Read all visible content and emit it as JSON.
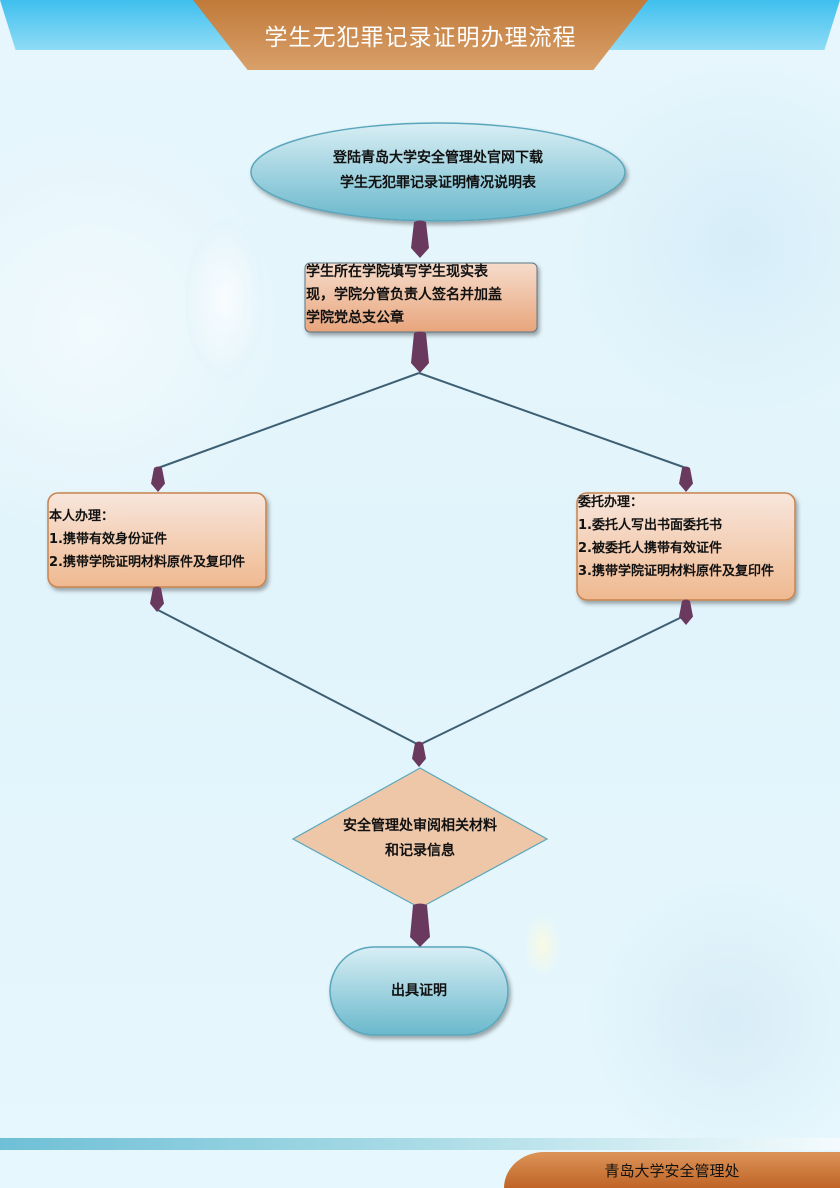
{
  "header": {
    "title": "学生无犯罪记录证明办理流程"
  },
  "flow": {
    "start": {
      "lines": [
        "登陆青岛大学安全管理处官网下载",
        "学生无犯罪记录证明情况说明表"
      ]
    },
    "step_college": {
      "lines": [
        "学生所在学院填写学生现实表",
        "现，学院分管负责人签名并加盖",
        "学院党总支公章"
      ]
    },
    "branch_self": {
      "lines": [
        "本人办理：",
        "1.携带有效身份证件",
        "2.携带学院证明材料原件及复印件"
      ]
    },
    "branch_proxy": {
      "lines": [
        "委托办理：",
        "1.委托人写出书面委托书",
        "2.被委托人携带有效证件",
        "3.携带学院证明材料原件及复印件"
      ]
    },
    "review": {
      "lines": [
        "安全管理处审阅相关材料",
        "和记录信息"
      ]
    },
    "end": {
      "label": "出具证明"
    }
  },
  "footer": {
    "org": "青岛大学安全管理处"
  },
  "colors": {
    "connector": "#6a3a5e",
    "line": "#3d5f73",
    "box": "#eebf9f",
    "oval": "#8fcadb"
  }
}
